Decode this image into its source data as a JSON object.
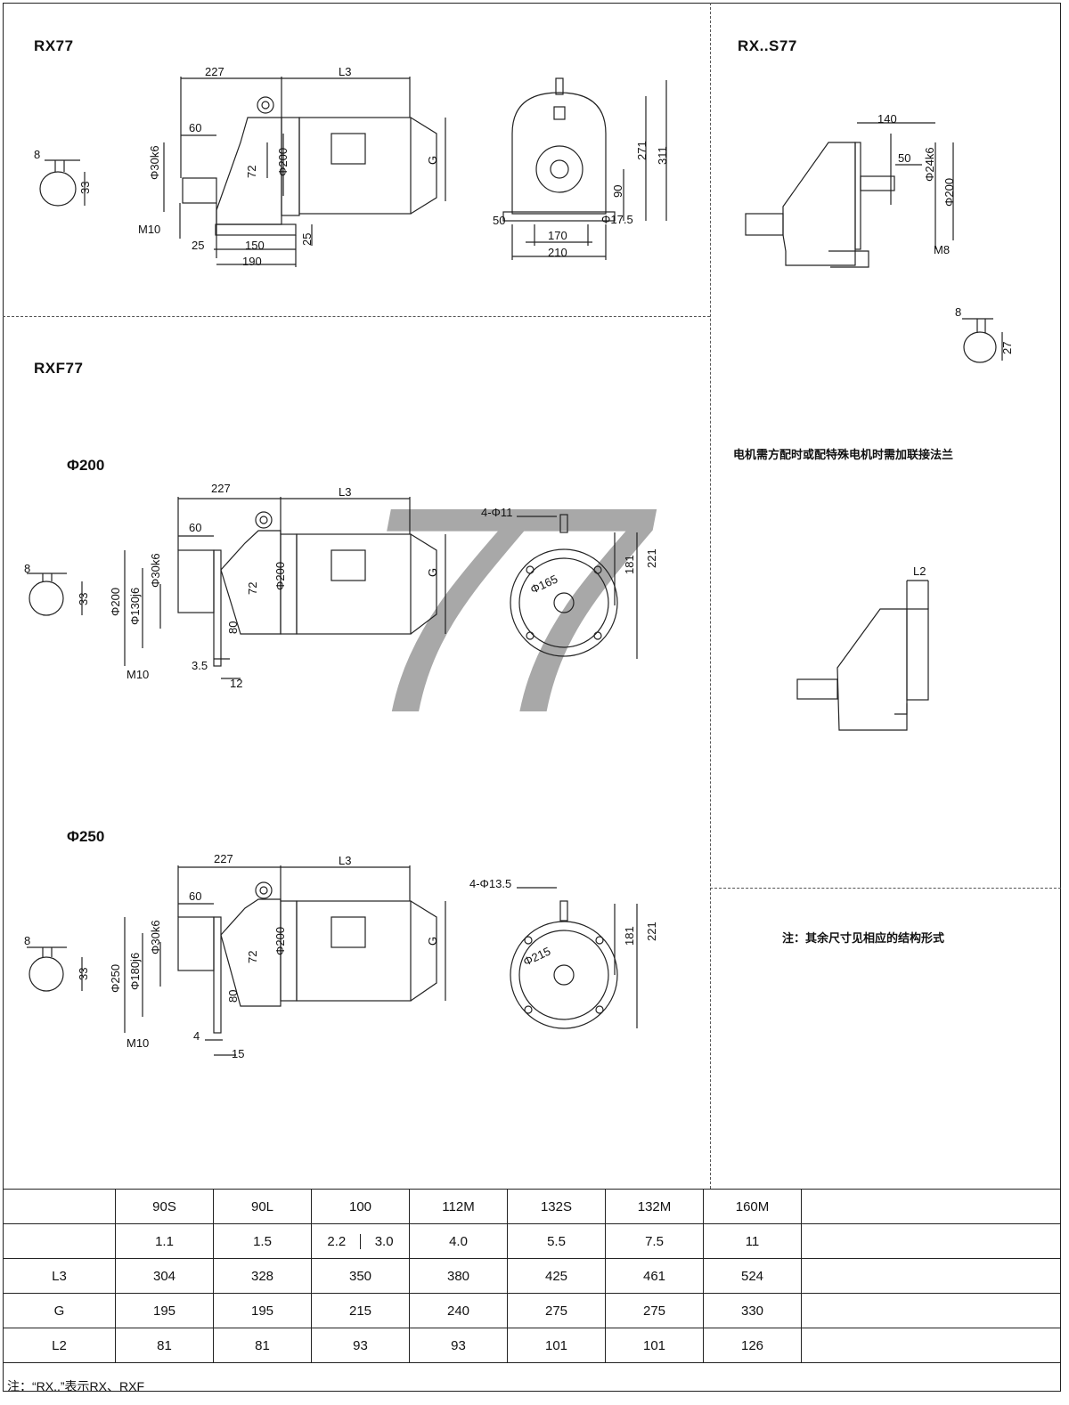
{
  "sections": {
    "rx77": {
      "title": "RX77"
    },
    "rxs77": {
      "title": "RX..S77"
    },
    "rxf77": {
      "title": "RXF77",
      "flange_a": "Φ200",
      "flange_b": "Φ250"
    }
  },
  "watermark_number": "77",
  "notes": {
    "motor_flange": "电机需方配时或配特殊电机时需加联接法兰",
    "other_dims": "注：其余尺寸见相应的结构形式"
  },
  "dimensions": {
    "rx77": {
      "d227": "227",
      "L3": "L3",
      "d60": "60",
      "shaft": "Φ30k6",
      "d72": "72",
      "flange": "Φ200",
      "G": "G",
      "key_w": "8",
      "key_h": "33",
      "M10": "M10",
      "d25a": "25",
      "d150": "150",
      "d25b": "25",
      "d190": "190",
      "d271": "271",
      "d311": "311",
      "d90": "90",
      "d50": "50",
      "d170": "170",
      "d210": "210",
      "hole": "Φ17.5"
    },
    "rxs77": {
      "d140": "140",
      "d50": "50",
      "shaft": "Φ24k6",
      "flange": "Φ200",
      "M8": "M8",
      "key_w": "8",
      "key_h": "27",
      "L2": "L2"
    },
    "rxf200": {
      "d227": "227",
      "L3": "L3",
      "d60": "60",
      "shaft": "Φ30k6",
      "flange_d": "Φ200",
      "pilot": "Φ130j6",
      "d72": "72",
      "motor_flange": "Φ200",
      "G": "G",
      "d80": "80",
      "d35": "3.5",
      "d12": "12",
      "M10": "M10",
      "key_w": "8",
      "key_h": "33",
      "holes": "4-Φ11",
      "pcd": "Φ165",
      "d181": "181",
      "d221": "221"
    },
    "rxf250": {
      "d227": "227",
      "L3": "L3",
      "d60": "60",
      "shaft": "Φ30k6",
      "flange_d": "Φ250",
      "pilot": "Φ180j6",
      "d72": "72",
      "motor_flange": "Φ200",
      "G": "G",
      "d80": "80",
      "d4": "4",
      "d15": "15",
      "M10": "M10",
      "key_w": "8",
      "key_h": "33",
      "holes": "4-Φ13.5",
      "pcd": "Φ215",
      "d181": "181",
      "d221": "221"
    }
  },
  "table": {
    "frames": [
      "90S",
      "90L",
      "100",
      "112M",
      "132S",
      "132M",
      "160M"
    ],
    "power": [
      "1.1",
      "1.5",
      "2.2",
      "3.0",
      "4.0",
      "5.5",
      "7.5",
      "11"
    ],
    "rows": [
      {
        "label": "L3",
        "values": [
          "304",
          "328",
          "350",
          "380",
          "425",
          "461",
          "524"
        ]
      },
      {
        "label": "G",
        "values": [
          "195",
          "195",
          "215",
          "240",
          "275",
          "275",
          "330"
        ]
      },
      {
        "label": "L2",
        "values": [
          "81",
          "81",
          "93",
          "93",
          "101",
          "101",
          "126"
        ]
      }
    ]
  },
  "footnote": "注：“RX..”表示RX、RXF"
}
